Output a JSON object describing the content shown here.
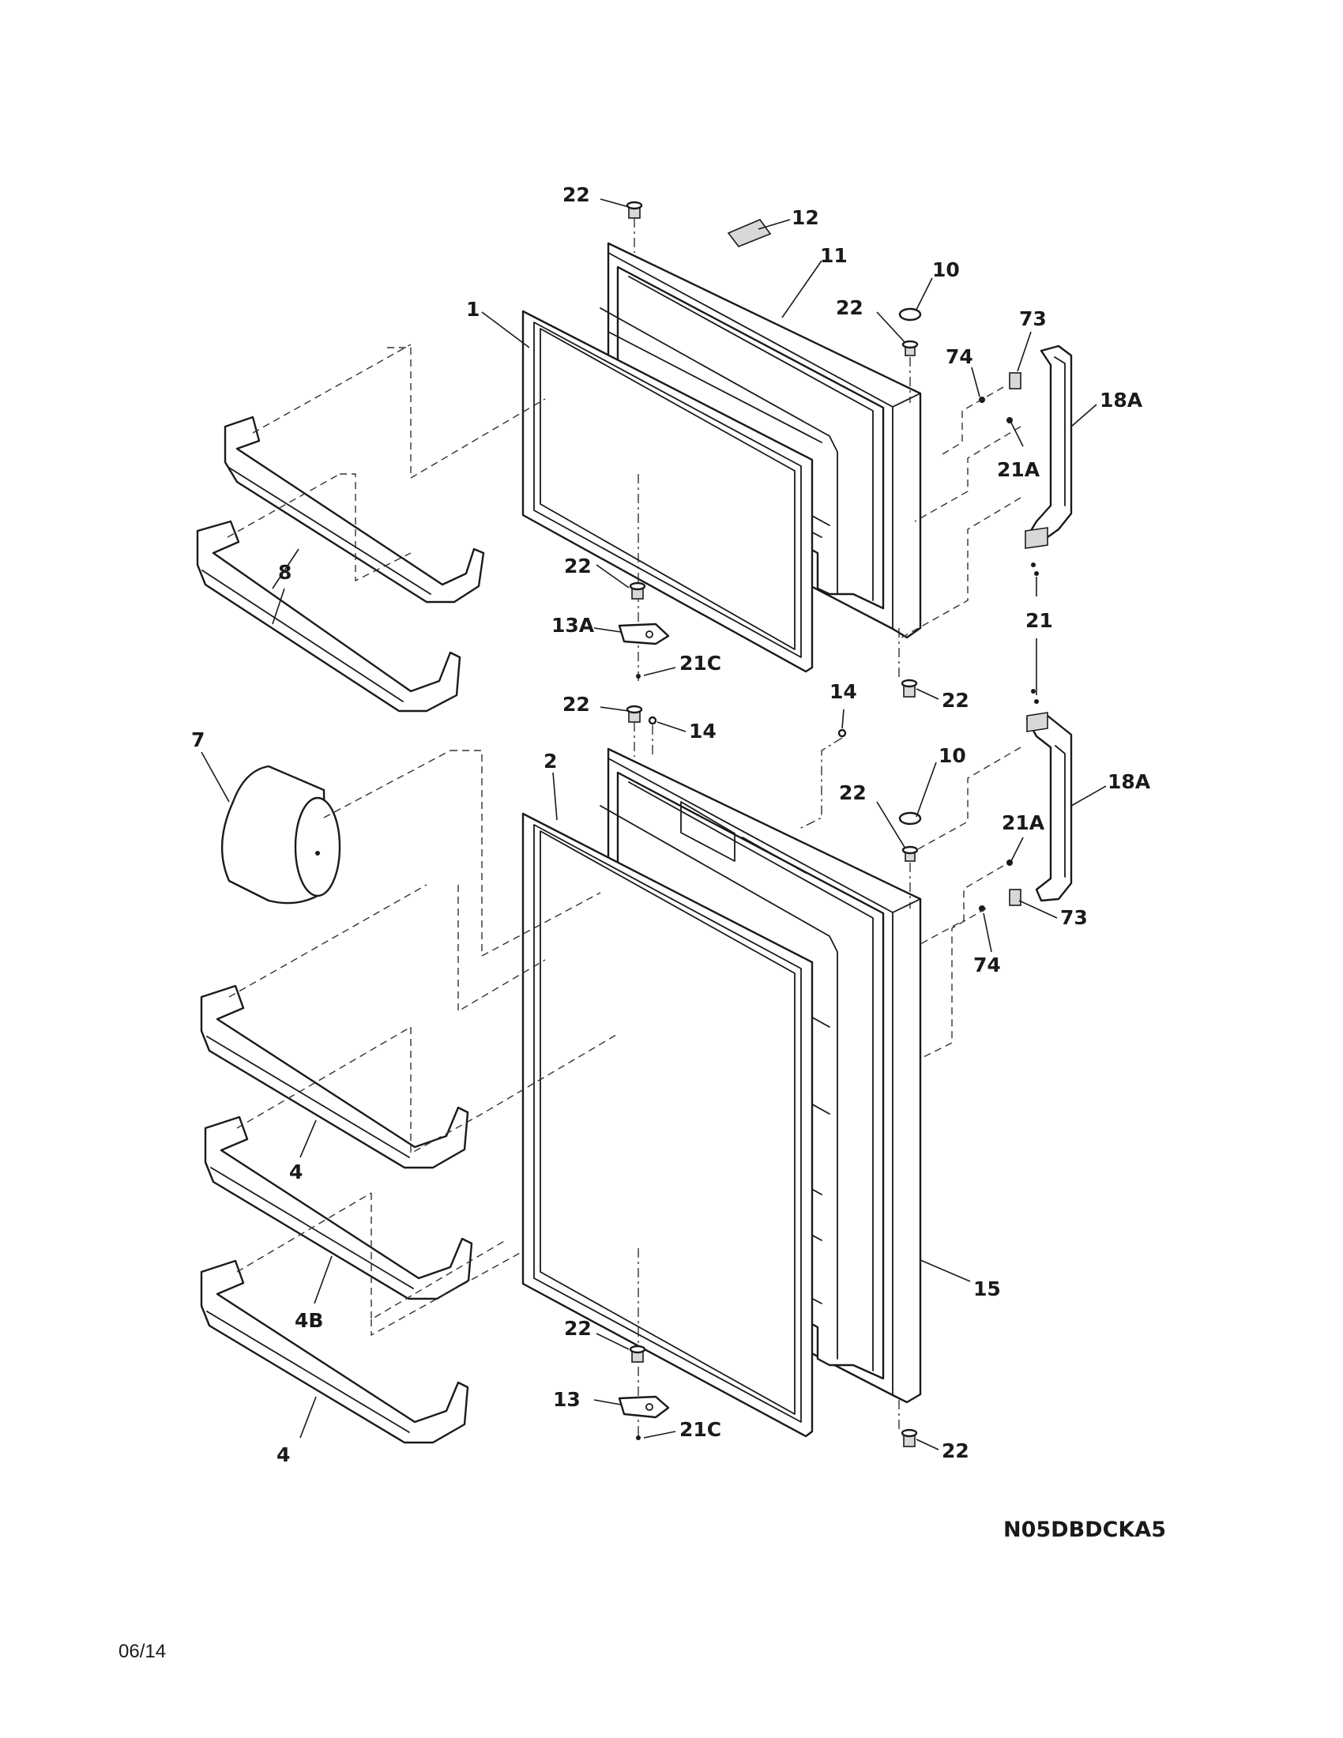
{
  "diagram": {
    "callouts": {
      "top_door_hinge_screw_top": "22",
      "top_door_label": "12",
      "top_door_outer": "11",
      "top_door_cap_right": "10",
      "top_door_right_screw": "22",
      "top_door_gasket": "1",
      "top_handle_screw": "74",
      "top_handle_cap": "73",
      "top_handle": "18A",
      "top_handle_screw_upper": "21A",
      "freezer_shelf_bars": "8",
      "top_door_bottom_bushing": "22",
      "top_hinge": "13A",
      "top_hinge_screw": "21C",
      "handle_link_screws": "21",
      "top_door_lower_right_bushing": "22",
      "fresh_door_top_bushing": "22",
      "fresh_door_stop_left": "14",
      "fresh_door_stop_right": "14",
      "dairy_bin": "7",
      "fresh_door_gasket": "2",
      "fresh_door_cap": "10",
      "fresh_door_right_screw": "22",
      "bottom_handle": "18A",
      "bottom_handle_screw_upper": "21A",
      "bottom_handle_cap": "73",
      "bottom_handle_screw": "74",
      "door_shelf_upper": "4",
      "door_shelf_middle": "4B",
      "door_shelf_lower": "4",
      "fresh_door_outer": "15",
      "fresh_door_bottom_bushing": "22",
      "bottom_hinge": "13",
      "bottom_hinge_screw": "21C",
      "fresh_door_lower_right_bushing": "22"
    },
    "diagram_code": "N05DBDCKA5",
    "date": "06/14"
  }
}
